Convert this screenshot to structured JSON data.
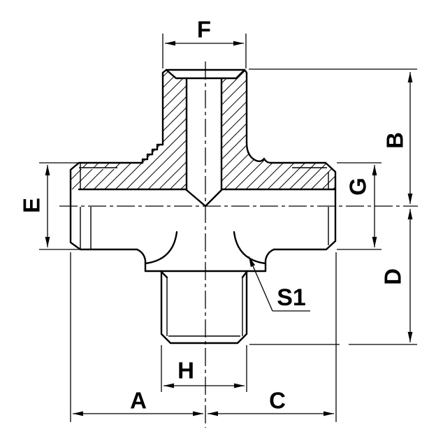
{
  "drawing": {
    "background_color": "#ffffff",
    "line_color": "#000000",
    "labels": {
      "top_width": "F",
      "left_diameter": "E",
      "upper_right_height": "B",
      "right_port_diameter": "G",
      "lower_right_height": "D",
      "bottom_port_width": "H",
      "bottom_left_span": "A",
      "bottom_right_span": "C",
      "wrench_flat_callout": "S1"
    }
  }
}
